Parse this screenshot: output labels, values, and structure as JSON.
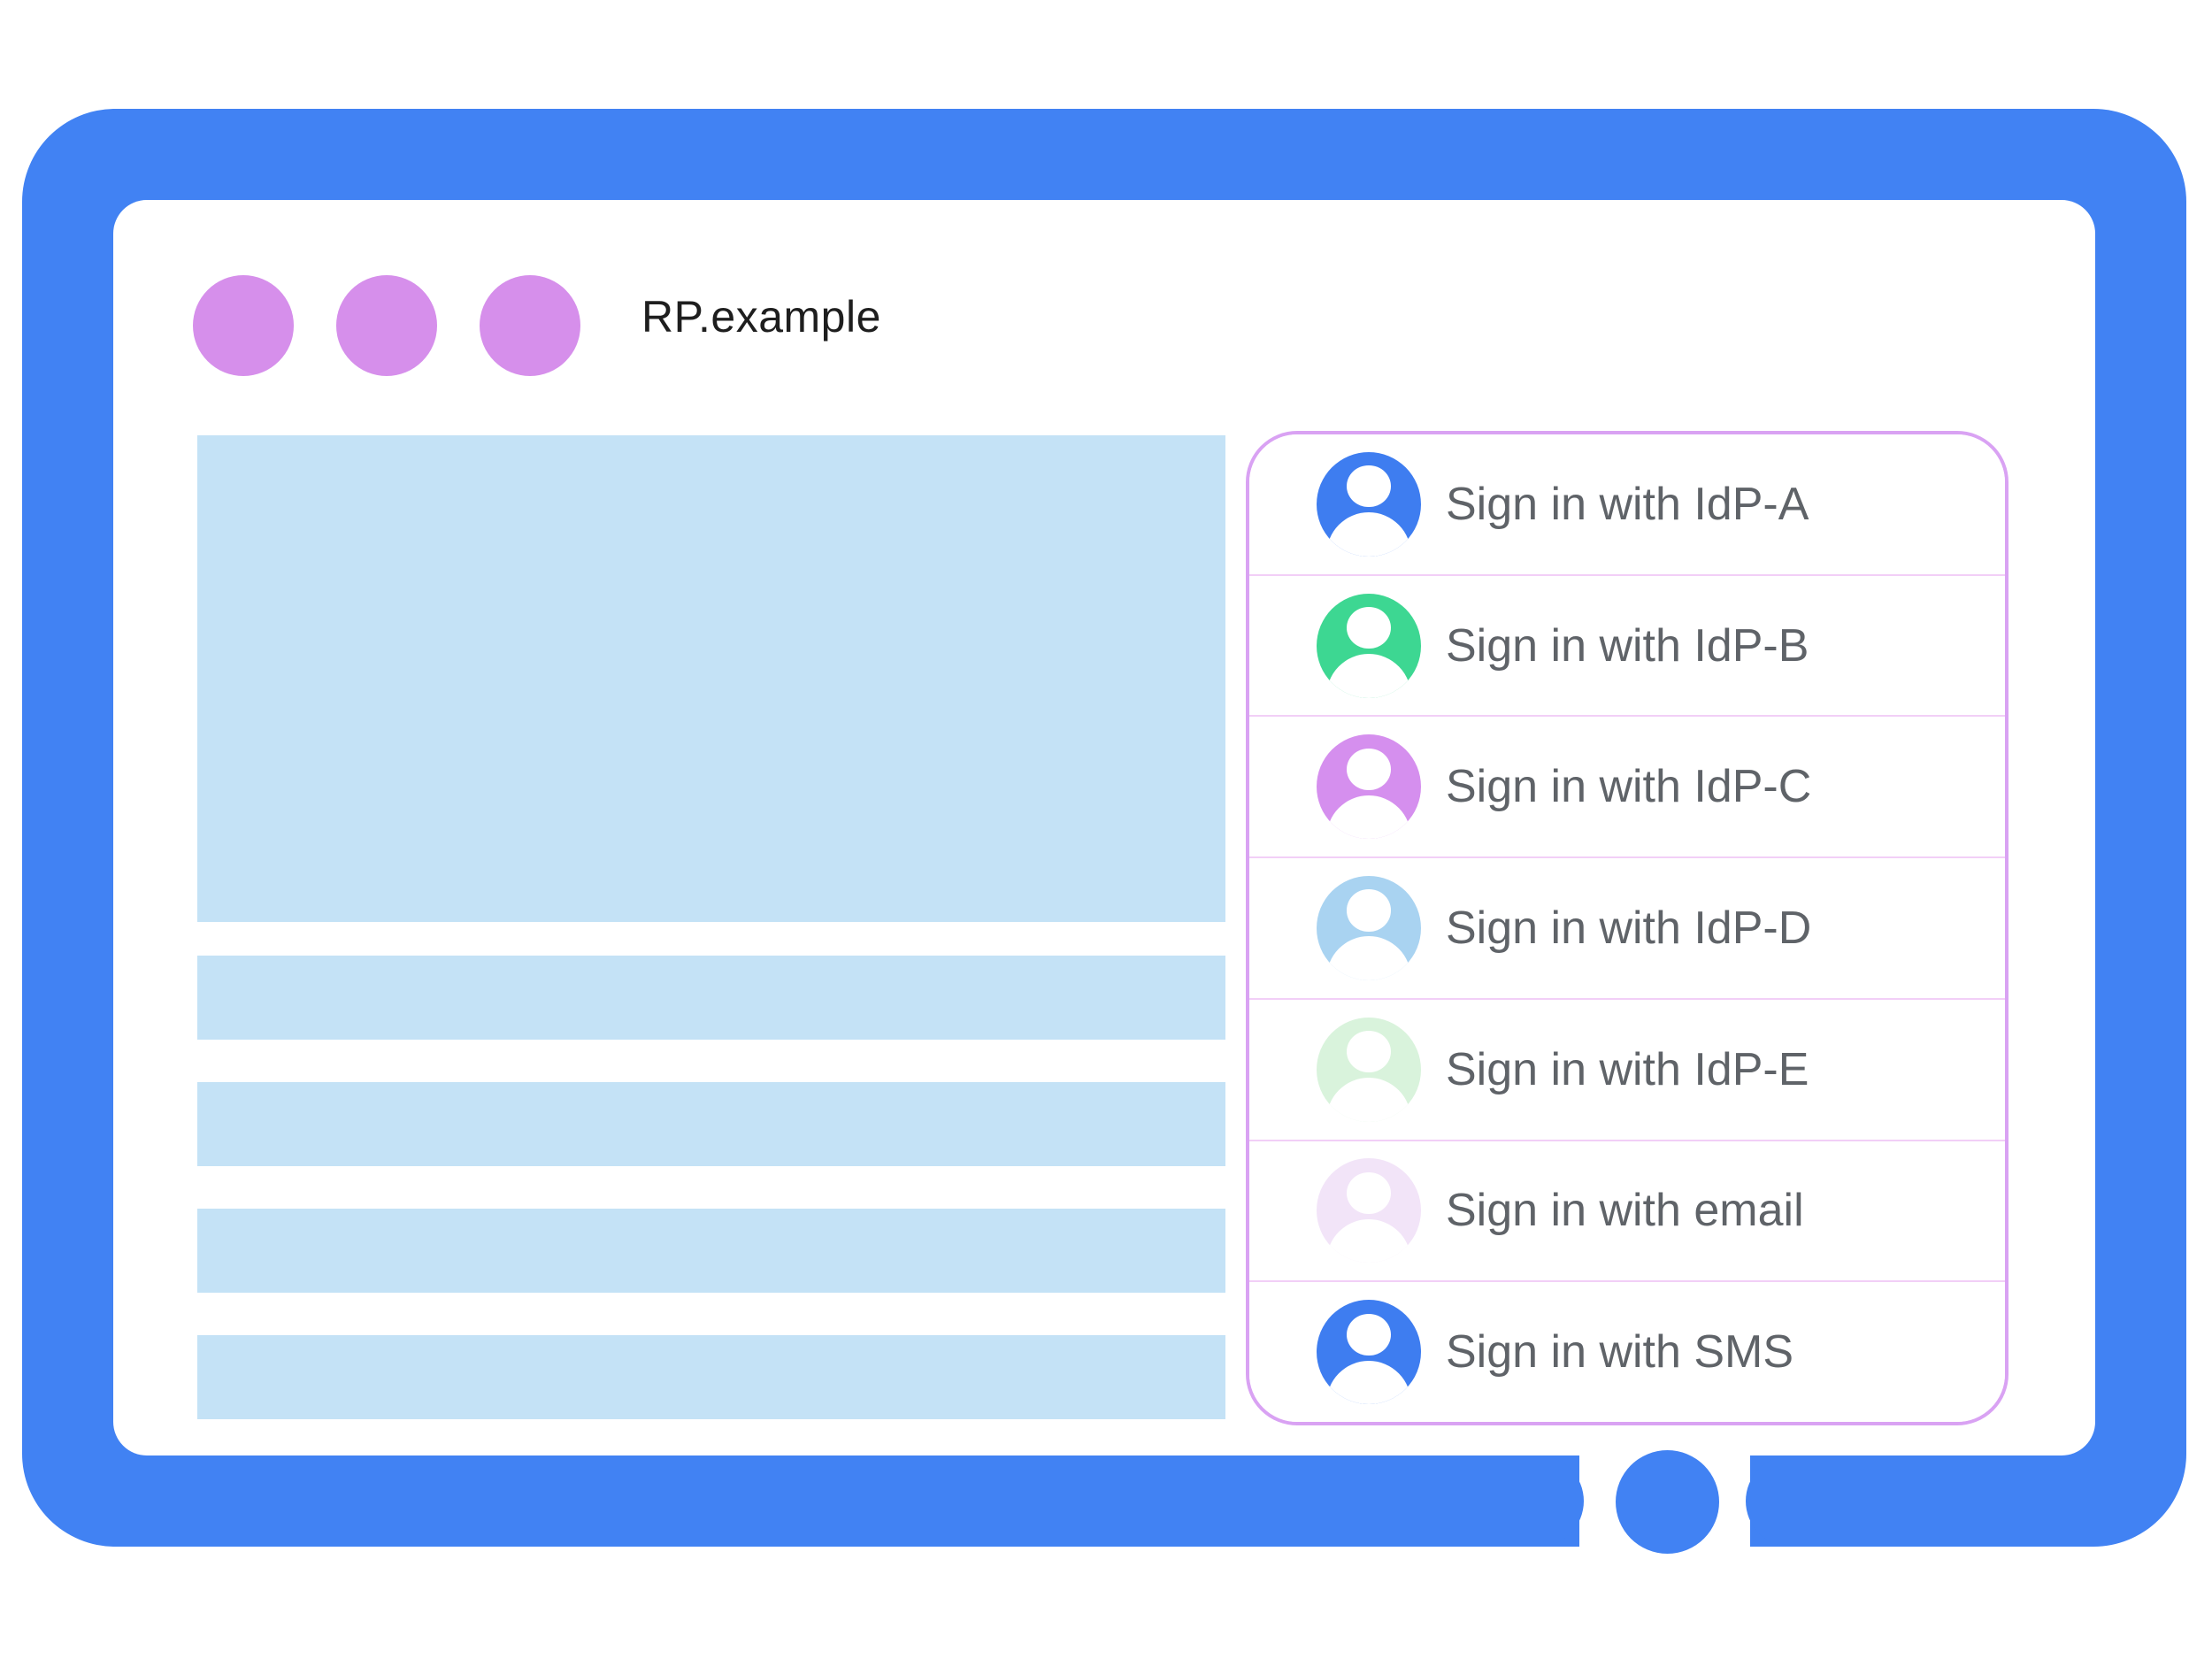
{
  "frame": {
    "title": "RP.example",
    "frame_color": "#4182F3",
    "control_dot_color": "#D68FEB",
    "home_button_color": "#4182F3"
  },
  "content": {
    "placeholder_color": "#C4E2F6",
    "placeholder_blocks": [
      "hero",
      "line",
      "line",
      "line",
      "line"
    ]
  },
  "signin_panel": {
    "border_color": "#D9A2F3",
    "divider_color": "#F2CFF7",
    "label_color": "#5F6368",
    "row_icon": "user-silhouette",
    "rows": [
      {
        "label": "Sign in with IdP-A",
        "avatar_color": "#3E7DF0"
      },
      {
        "label": "Sign in with IdP-B",
        "avatar_color": "#3DD792"
      },
      {
        "label": "Sign in with IdP-C",
        "avatar_color": "#D58FEE"
      },
      {
        "label": "Sign in with IdP-D",
        "avatar_color": "#A9D3F1"
      },
      {
        "label": "Sign in with IdP-E",
        "avatar_color": "#D9F3DC"
      },
      {
        "label": "Sign in with email",
        "avatar_color": "#F2E4F8"
      },
      {
        "label": "Sign in with SMS",
        "avatar_color": "#3E7DF0"
      }
    ]
  }
}
